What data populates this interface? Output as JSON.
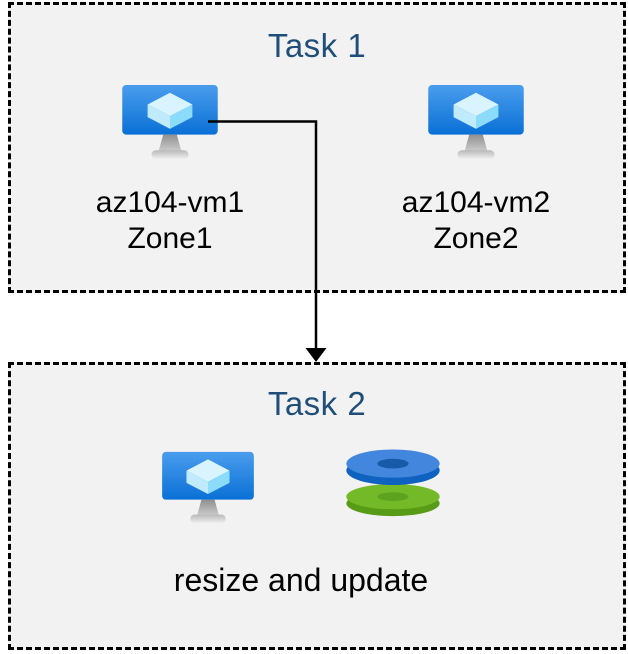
{
  "diagram": {
    "task1": {
      "title": "Task 1",
      "vms": [
        {
          "name": "az104-vm1",
          "zone": "Zone1"
        },
        {
          "name": "az104-vm2",
          "zone": "Zone2"
        }
      ]
    },
    "task2": {
      "title": "Task 2",
      "caption": "resize and update"
    },
    "icons": {
      "vm": "azure-virtual-machine-icon",
      "disks": "azure-disk-stack-icon",
      "arrow": "elbow-connector-arrow"
    },
    "colors": {
      "box_background": "#f2f2f2",
      "box_border": "#000000",
      "title_text": "#1f4e79",
      "label_text": "#000000",
      "vm_screen_top": "#4a9ded",
      "vm_screen_bottom": "#0a70d6",
      "cube_top": "#d9f4fe",
      "cube_left": "#c0ebfd",
      "cube_right": "#8adcfa",
      "disk_blue_top": "#4286dd",
      "disk_blue_side": "#1062c0",
      "disk_green_top": "#74ba28",
      "disk_green_side": "#579b17"
    }
  }
}
